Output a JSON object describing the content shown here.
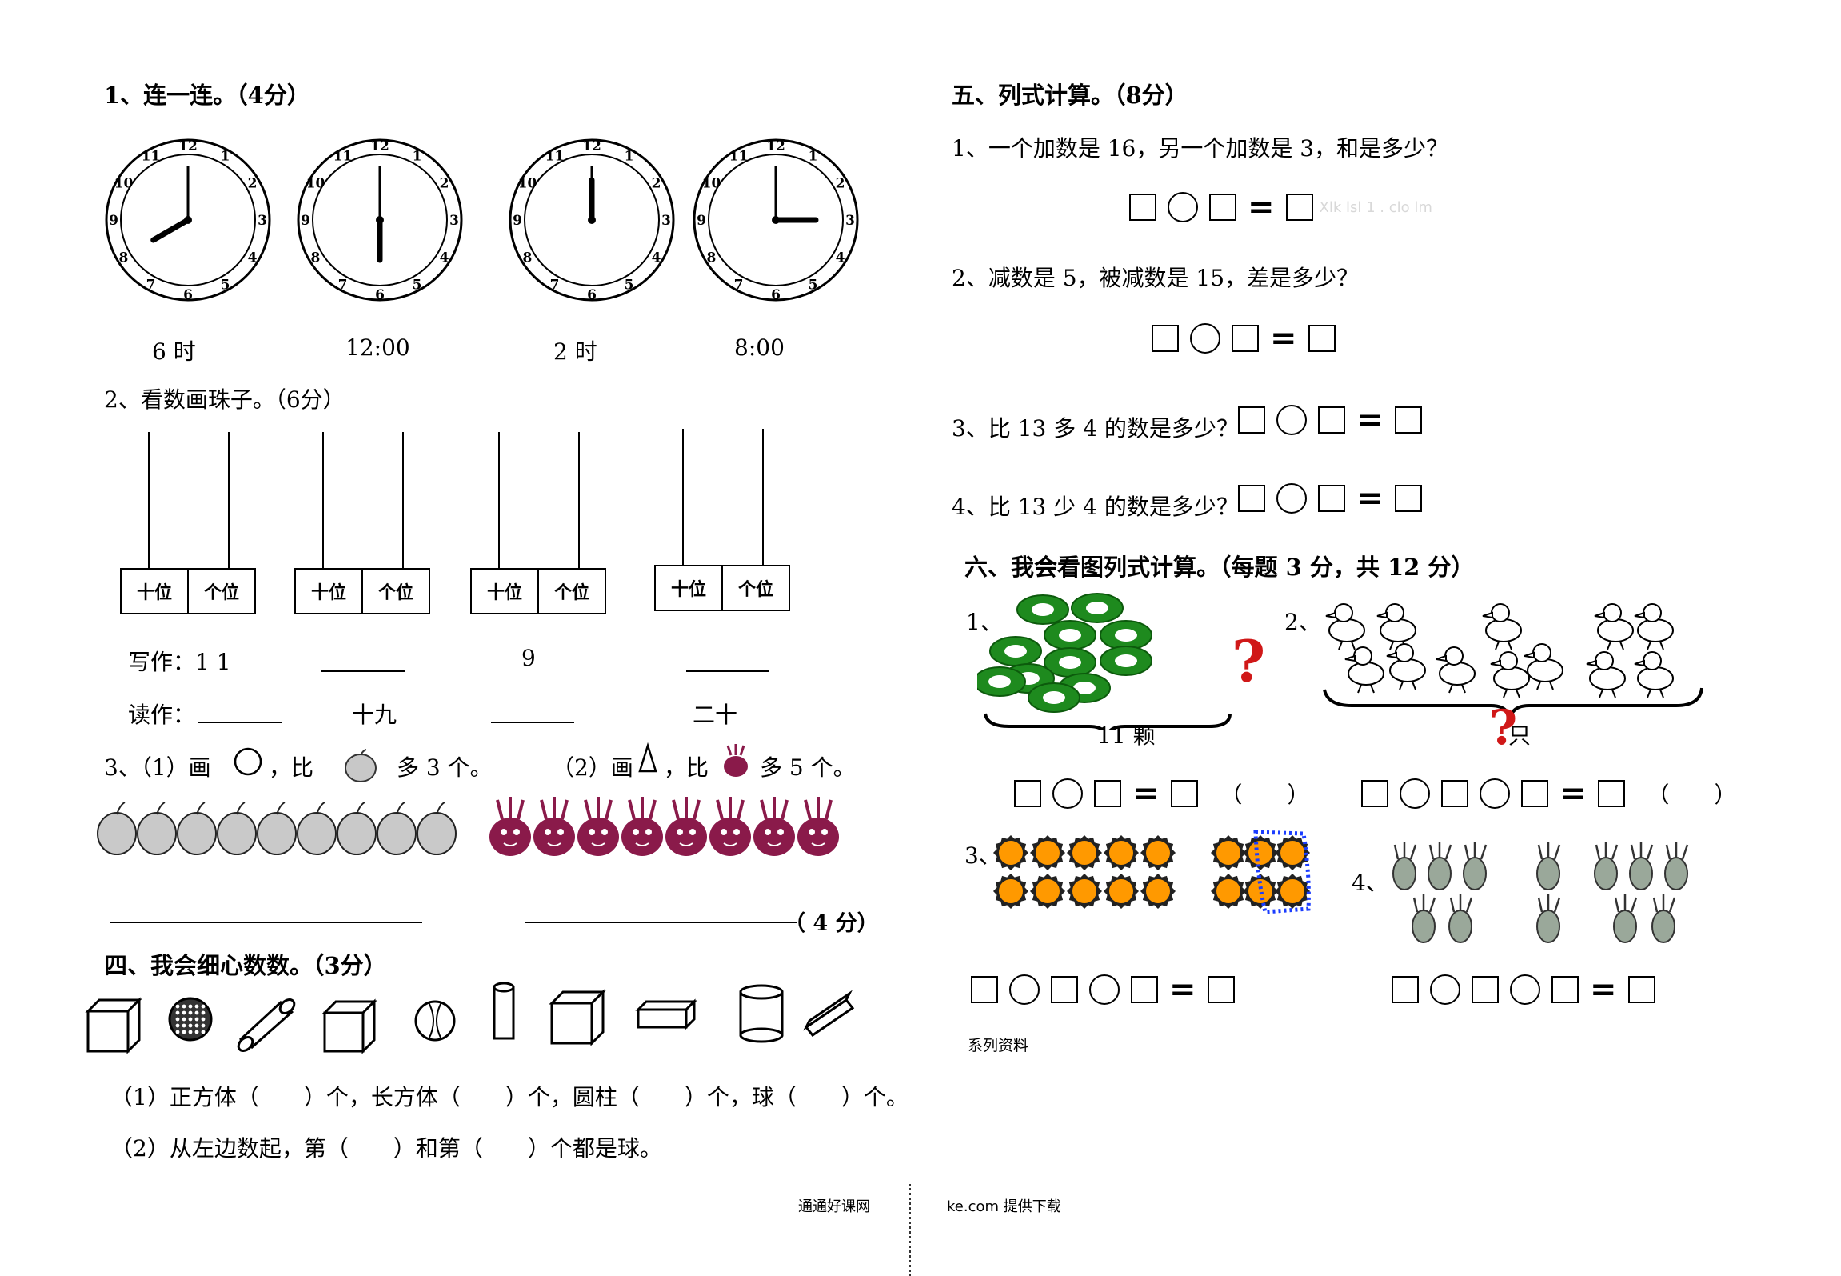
{
  "left": {
    "q1": {
      "title": "1、连一连。（4分）",
      "clock_numbers": [
        "12",
        "1",
        "2",
        "3",
        "4",
        "5",
        "6",
        "7",
        "8",
        "9",
        "10",
        "11"
      ],
      "clocks": [
        {
          "hour": 8,
          "minute": 0
        },
        {
          "hour": 6,
          "minute": 0
        },
        {
          "hour": 12,
          "minute": 0
        },
        {
          "hour": 3,
          "minute": 0
        }
      ],
      "labels": [
        "6 时",
        "12:00",
        "2 时",
        "8:00"
      ]
    },
    "q2": {
      "title": "2、看数画珠子。（6分）",
      "tens": "十位",
      "ones": "个位",
      "write_label": "写作：1 1",
      "write_value_3": "9",
      "read_label": "读作：",
      "read_value_2": "十九",
      "read_value_4": "二十"
    },
    "q3": {
      "part1_a": "3、（1）画",
      "part1_b": "，比",
      "part1_c": "多 3 个。",
      "part2_a": "（2）画",
      "part2_b": "，比",
      "part2_c": "多 5 个。",
      "score": "（ 4 分）",
      "apple_count": 9,
      "radish_count": 8
    },
    "q4": {
      "title": "四、我会细心数数。（3分）",
      "line1": "（1）正方体（　　）个，长方体（　　）个，圆柱（　　）个，球（　　）个。",
      "line2": "（2）从左边数起，第（　　）和第（　　）个都是球。"
    }
  },
  "right": {
    "q5": {
      "title": "五、列式计算。（8分）",
      "p1": "1、一个加数是 16，另一个加数是 3，和是多少？",
      "p2": "2、减数是 5，被减数是 15，差是多少？",
      "p3": "3、比 13 多 4 的数是多少？",
      "p4": "4、比 13 少 4 的数是多少？",
      "watermark": "Xlk lsl    1 . clo lm"
    },
    "q6": {
      "title": "六、我会看图列式计算。（每题 3 分，共 12 分）",
      "n1": "1、",
      "n2": "2、",
      "n3": "3、",
      "n4": "4、",
      "label1": "11 颗",
      "label2": "只",
      "paren": "（　　）",
      "series": "系列资料"
    }
  },
  "footer": {
    "left": "通通好课网",
    "right": "ke.com  提供下载"
  },
  "colors": {
    "red": "#d01818",
    "leaf": "#1e8a1e",
    "leaf_dark": "#0c5a0c",
    "orange": "#ff9900",
    "radish": "#8a1a4a",
    "dotted_blue": "#1a3cff"
  }
}
